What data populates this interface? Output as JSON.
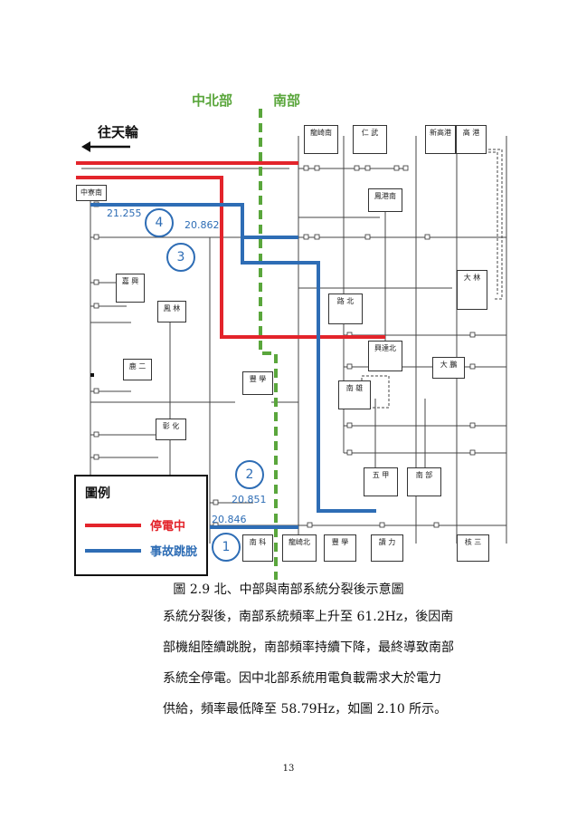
{
  "diagram": {
    "region_north": "中北部",
    "region_south": "南部",
    "direction_label": "往天輪",
    "substations": [
      {
        "key": "longqiao_south",
        "label": "龍崎南"
      },
      {
        "key": "renwu",
        "label": "仁 武"
      },
      {
        "key": "xin_gaogang",
        "label": "新高港"
      },
      {
        "key": "gaogang",
        "label": "高 港"
      },
      {
        "key": "zhongliao_south",
        "label": "中寮南"
      },
      {
        "key": "fengshan_north",
        "label": "鳳港南"
      },
      {
        "key": "jiaxing",
        "label": "嘉 興"
      },
      {
        "key": "daling",
        "label": "大 林"
      },
      {
        "key": "fenglin",
        "label": "鳳 林"
      },
      {
        "key": "lubei",
        "label": "路 北"
      },
      {
        "key": "yongxingbei",
        "label": "興達北"
      },
      {
        "key": "lugang2",
        "label": "鹿 二"
      },
      {
        "key": "dapeng",
        "label": "大 鵬"
      },
      {
        "key": "dongshan",
        "label": "豐 學"
      },
      {
        "key": "nanzi",
        "label": "南 雄"
      },
      {
        "key": "zhanghua",
        "label": "彰 化"
      },
      {
        "key": "wujia",
        "label": "五 甲"
      },
      {
        "key": "nanbu",
        "label": "南 部"
      },
      {
        "key": "nanke",
        "label": "南 科"
      },
      {
        "key": "longqiao_north",
        "label": "龍崎北"
      },
      {
        "key": "fengxue",
        "label": "豐 學"
      },
      {
        "key": "tongli",
        "label": "讀 力"
      },
      {
        "key": "he3",
        "label": "核 三"
      }
    ],
    "frequencies": {
      "f4": "21.255",
      "f3": "20.862",
      "f2": "20.851",
      "f1": "20.846"
    },
    "event_markers": {
      "m1": "1",
      "m2": "2",
      "m3": "3",
      "m4": "4"
    },
    "colors": {
      "outage": "#e3242b",
      "trip": "#2e6db5",
      "divider": "#5aa63c"
    }
  },
  "legend": {
    "title": "圖例",
    "outage_label": "停電中",
    "trip_label": "事故跳脫"
  },
  "caption": "圖 2.9 北、中部與南部系統分裂後示意圖",
  "paragraph": [
    "系統分裂後，南部系統頻率上升至 61.2Hz，後因南",
    "部機組陸續跳脫，南部頻率持續下降，最終導致南部",
    "系統全停電。因中北部系統用電負載需求大於電力",
    "供給，頻率最低降至 58.79Hz，如圖 2.10 所示。"
  ],
  "page_number": "13"
}
